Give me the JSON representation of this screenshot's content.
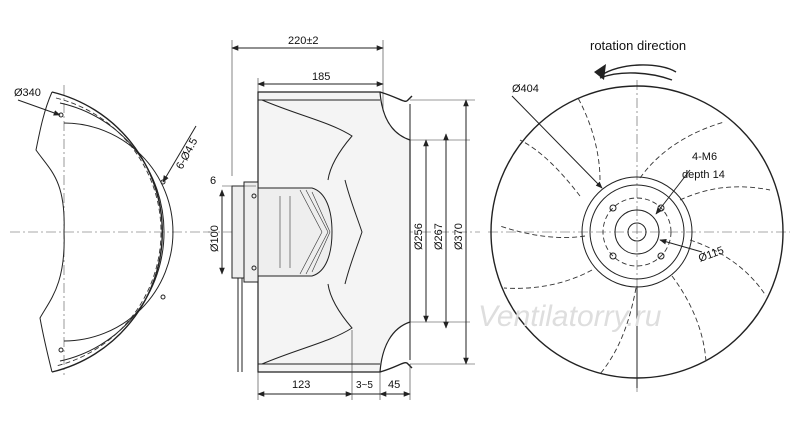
{
  "annotations": {
    "rotation_direction": "rotation direction",
    "thread": "4-M6",
    "thread_depth": "depth 14",
    "watermark": "Ventilatorry.ru"
  },
  "dimensions": {
    "d340": "Ø340",
    "holes": "6-Ø4.5",
    "d100": "Ø100",
    "flange": "6",
    "overall_len": "220±2",
    "len_185": "185",
    "d256": "Ø256",
    "d267": "Ø267",
    "d370": "Ø370",
    "len_123": "123",
    "gap": "3~5",
    "len_45": "45",
    "d404": "Ø404",
    "d115": "Ø115"
  },
  "colors": {
    "line": "#222222",
    "watermark": "#dedede"
  }
}
